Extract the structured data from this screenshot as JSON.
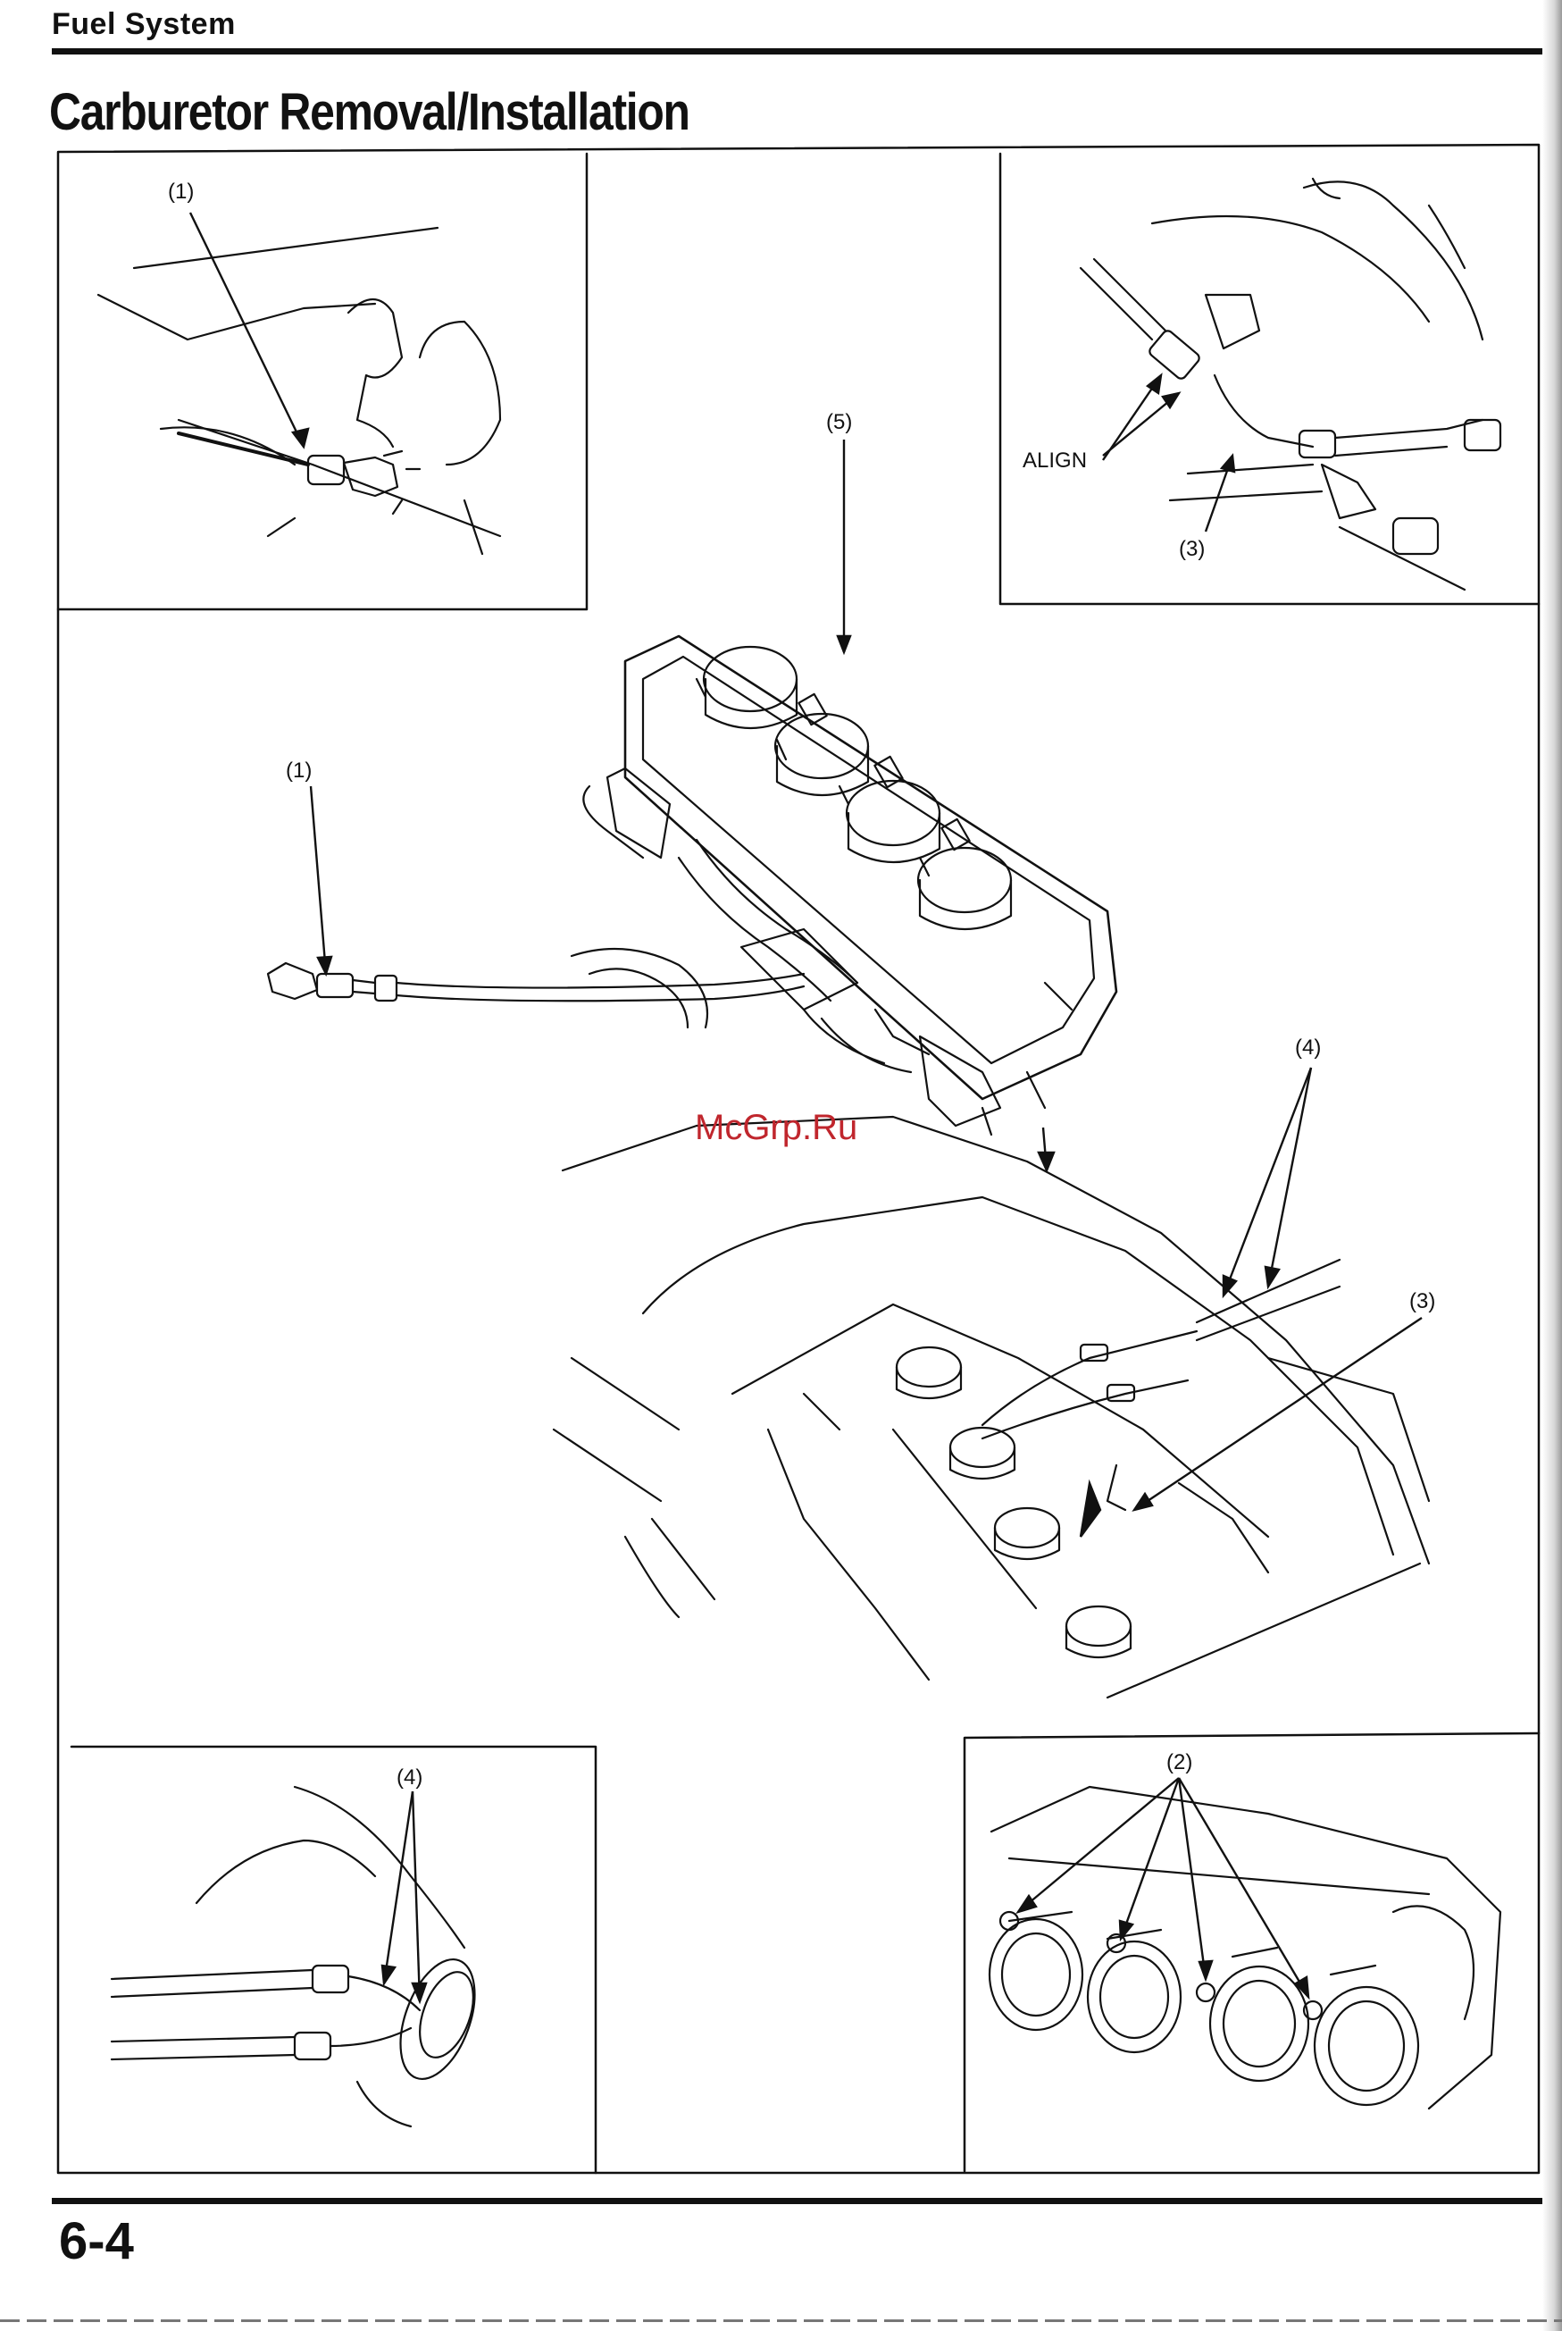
{
  "header": {
    "section": "Fuel System"
  },
  "page_title": "Carburetor Removal/Installation",
  "callouts": {
    "c1_top": "(1)",
    "align": "ALIGN",
    "c3_top": "(3)",
    "c5": "(5)",
    "c1_mid": "(1)",
    "c4_mid": "(4)",
    "c3_mid": "(3)",
    "c4_bottom": "(4)",
    "c2_bottom": "(2)"
  },
  "watermark": "McGrp.Ru",
  "footer": {
    "page_number": "6-4"
  },
  "colors": {
    "ink": "#111111",
    "watermark": "#c0262d",
    "paper": "#ffffff"
  }
}
